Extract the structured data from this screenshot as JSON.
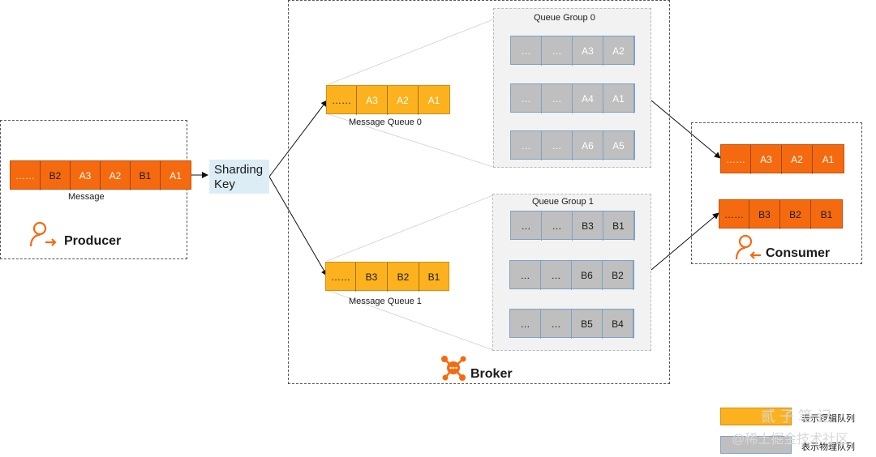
{
  "producer": {
    "title": "Producer",
    "message_label": "Message",
    "message_cells": [
      "……",
      "B2",
      "A3",
      "A2",
      "B1",
      "A1"
    ]
  },
  "sharding_key": {
    "label_line1": "Sharding",
    "label_line2": "Key"
  },
  "broker": {
    "title": "Broker",
    "message_queues": [
      {
        "label": "Message Queue 0",
        "cells": [
          "……",
          "A3",
          "A2",
          "A1"
        ]
      },
      {
        "label": "Message Queue 1",
        "cells": [
          "……",
          "B3",
          "B2",
          "B1"
        ]
      }
    ],
    "queue_groups": [
      {
        "label": "Queue Group 0",
        "queues": [
          [
            "…",
            "…",
            "A3",
            "A2"
          ],
          [
            "…",
            "…",
            "A4",
            "A1"
          ],
          [
            "…",
            "…",
            "A6",
            "A5"
          ]
        ]
      },
      {
        "label": "Queue Group 1",
        "queues": [
          [
            "…",
            "…",
            "B3",
            "B1"
          ],
          [
            "…",
            "…",
            "B6",
            "B2"
          ],
          [
            "…",
            "…",
            "B5",
            "B4"
          ]
        ]
      }
    ]
  },
  "consumer": {
    "title": "Consumer",
    "queues": [
      [
        "……",
        "A3",
        "A2",
        "A1"
      ],
      [
        "……",
        "B3",
        "B2",
        "B1"
      ]
    ]
  },
  "legend": {
    "logical": "表示逻辑队列",
    "physical": "表示物理队列"
  },
  "watermark": {
    "line1": "贰 子 笔 记",
    "line2": "@稀土掘金技术社区"
  },
  "colors": {
    "orange": "#f56a0f",
    "yellow": "#fbb21e",
    "gray": "#bfbfbf",
    "sharding_bg": "#dcedf5"
  }
}
